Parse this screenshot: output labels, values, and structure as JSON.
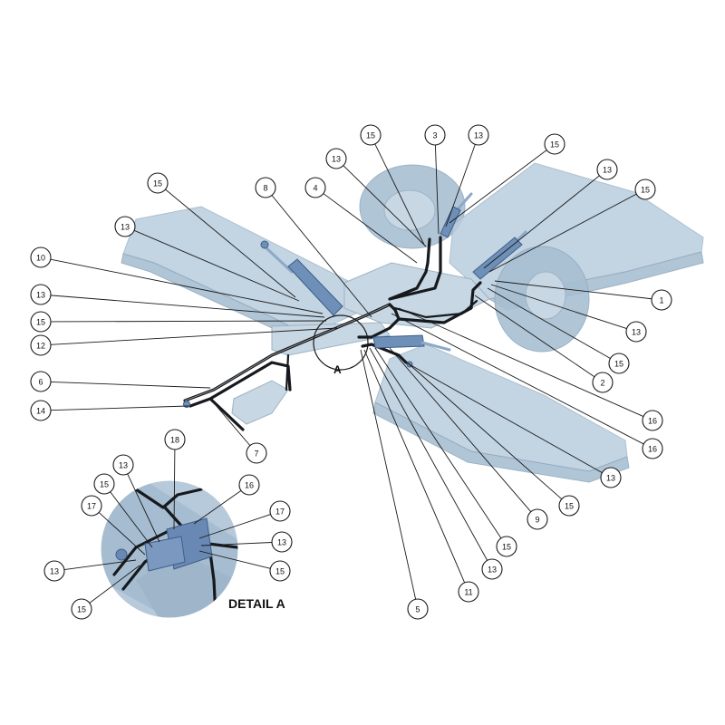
{
  "callouts": [
    {
      "id": "c15-top-a",
      "label": "15"
    },
    {
      "id": "c3",
      "label": "3"
    },
    {
      "id": "c13-top-b",
      "label": "13"
    },
    {
      "id": "c13-top-a",
      "label": "13"
    },
    {
      "id": "c15-top-b",
      "label": "15"
    },
    {
      "id": "c4",
      "label": "4"
    },
    {
      "id": "c8",
      "label": "8"
    },
    {
      "id": "c15-left-top",
      "label": "15"
    },
    {
      "id": "c13-right-top",
      "label": "13"
    },
    {
      "id": "c15-right-top",
      "label": "15"
    },
    {
      "id": "c13-left-upper",
      "label": "13"
    },
    {
      "id": "c10",
      "label": "10"
    },
    {
      "id": "c13-left-mid",
      "label": "13"
    },
    {
      "id": "c15-left-mid",
      "label": "15"
    },
    {
      "id": "c12",
      "label": "12"
    },
    {
      "id": "c1",
      "label": "1"
    },
    {
      "id": "c13-right-mid",
      "label": "13"
    },
    {
      "id": "c15-right-mid",
      "label": "15"
    },
    {
      "id": "c2",
      "label": "2"
    },
    {
      "id": "c6",
      "label": "6"
    },
    {
      "id": "c14",
      "label": "14"
    },
    {
      "id": "c7",
      "label": "7"
    },
    {
      "id": "c16-a",
      "label": "16"
    },
    {
      "id": "c16-b",
      "label": "16"
    },
    {
      "id": "c13-right-low",
      "label": "13"
    },
    {
      "id": "c15-right-low",
      "label": "15"
    },
    {
      "id": "c9",
      "label": "9"
    },
    {
      "id": "c15-bottom",
      "label": "15"
    },
    {
      "id": "c13-bottom",
      "label": "13"
    },
    {
      "id": "c11",
      "label": "11"
    },
    {
      "id": "c5",
      "label": "5"
    },
    {
      "id": "d18",
      "label": "18"
    },
    {
      "id": "d13-top",
      "label": "13"
    },
    {
      "id": "d15-left",
      "label": "15"
    },
    {
      "id": "d16",
      "label": "16"
    },
    {
      "id": "d17-right",
      "label": "17"
    },
    {
      "id": "d17-left",
      "label": "17"
    },
    {
      "id": "d13-right",
      "label": "13"
    },
    {
      "id": "d15-right",
      "label": "15"
    },
    {
      "id": "d13-left",
      "label": "13"
    },
    {
      "id": "d15-bottom",
      "label": "15"
    }
  ],
  "detail_marker": "A",
  "detail_title": "DETAIL A",
  "colors": {
    "deck": "#b9cddd",
    "cylinder": "#6e8fb8",
    "hose": "#16191d"
  }
}
